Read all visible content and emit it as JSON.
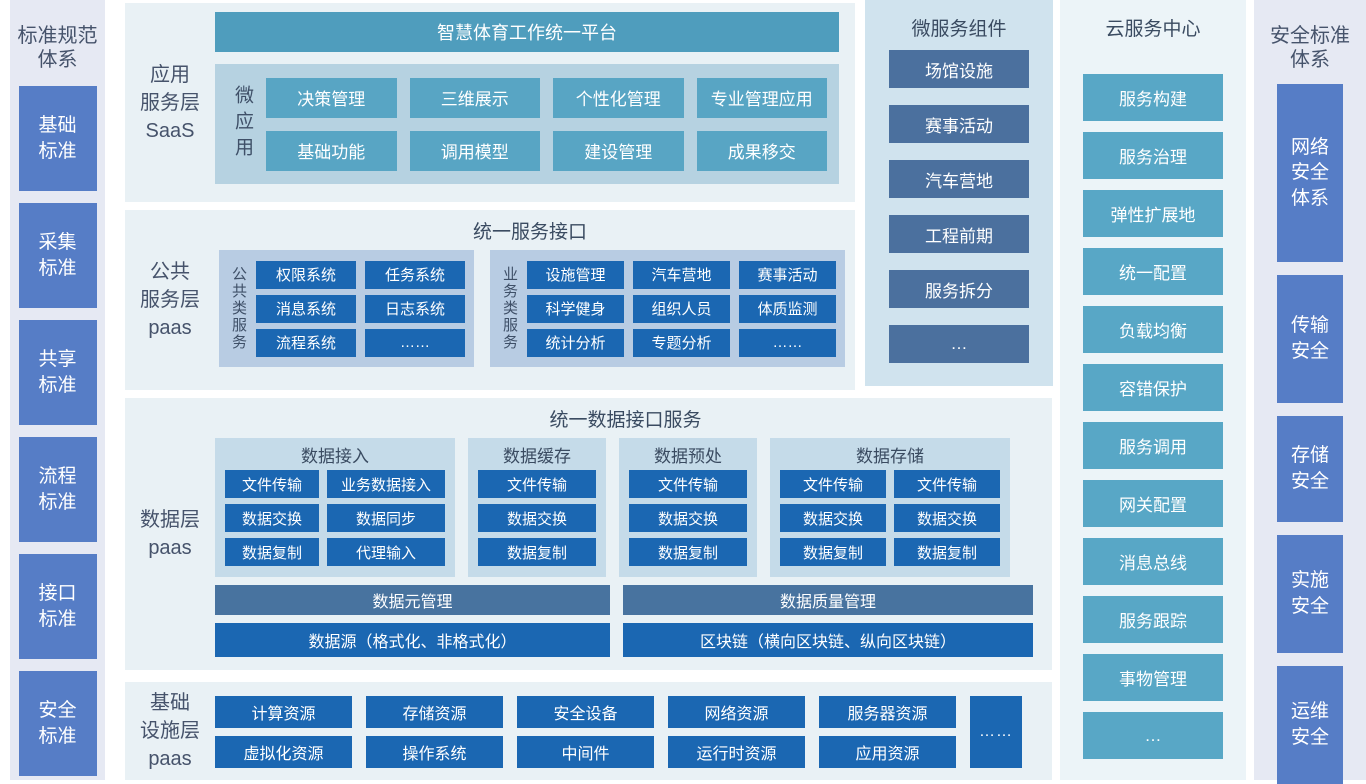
{
  "colors": {
    "sidebar_bg": "#e6e9f3",
    "sidebar_button": "#567dc6",
    "section_bg": "#e9f1f5",
    "teal_header": "#4f9dbd",
    "teal_button": "#58a5c4",
    "saas_inner_panel": "#b6d2e1",
    "group_panel": "#b8cce3",
    "data_group_panel": "#c5dbe9",
    "bright_blue_button": "#1b67b2",
    "slate_bar": "#48739f",
    "micro_panel_bg": "#d0e3ee",
    "micro_button": "#4b709e",
    "cloud_panel_bg": "#ecf4f8",
    "cloud_button": "#58a7c6",
    "dark_text": "#3c4d66"
  },
  "left_panel": {
    "title": "标准规范\n体系",
    "items": [
      "基础\n标准",
      "采集\n标准",
      "共享\n标准",
      "流程\n标准",
      "接口\n标准",
      "安全\n标准"
    ]
  },
  "right_panel": {
    "title": "安全标准\n体系",
    "items": [
      "网络\n安全\n体系",
      "传输\n安全",
      "存储\n安全",
      "实施\n安全",
      "运维\n安全"
    ]
  },
  "app_layer": {
    "label": "应用\n服务层\nSaaS",
    "platform_title": "智慧体育工作统一平台",
    "micro_app_label": "微应用",
    "buttons": [
      "决策管理",
      "三维展示",
      "个性化管理",
      "专业管理应用",
      "基础功能",
      "调用模型",
      "建设管理",
      "成果移交"
    ]
  },
  "public_layer": {
    "label": "公共\n服务层\npaas",
    "title": "统一服务接口",
    "common_group": {
      "label": "公共类服务",
      "buttons": [
        "权限系统",
        "任务系统",
        "消息系统",
        "日志系统",
        "流程系统",
        "……"
      ]
    },
    "business_group": {
      "label": "业务类服务",
      "buttons": [
        "设施管理",
        "汽车营地",
        "赛事活动",
        "科学健身",
        "组织人员",
        "体质监测",
        "统计分析",
        "专题分析",
        "……"
      ]
    }
  },
  "data_layer": {
    "label": "数据层\npaas",
    "title": "统一数据接口服务",
    "groups": [
      {
        "title": "数据接入",
        "buttons": [
          "文件传输",
          "业务数据接入",
          "数据交换",
          "数据同步",
          "数据复制",
          "代理输入"
        ]
      },
      {
        "title": "数据缓存",
        "buttons": [
          "文件传输",
          "数据交换",
          "数据复制"
        ]
      },
      {
        "title": "数据预处",
        "buttons": [
          "文件传输",
          "数据交换",
          "数据复制"
        ]
      },
      {
        "title": "数据存储",
        "buttons": [
          "文件传输",
          "文件传输",
          "数据交换",
          "数据交换",
          "数据复制",
          "数据复制"
        ]
      }
    ],
    "bars": {
      "meta": "数据元管理",
      "quality": "数据质量管理",
      "source": "数据源（格式化、非格式化）",
      "blockchain": "区块链（横向区块链、纵向区块链）"
    }
  },
  "infra_layer": {
    "label": "基础\n设施层\npaas",
    "buttons": [
      "计算资源",
      "存储资源",
      "安全设备",
      "网络资源",
      "服务器资源",
      "虚拟化资源",
      "操作系统",
      "中间件",
      "运行时资源",
      "应用资源"
    ],
    "more": "……"
  },
  "microservices": {
    "title": "微服务组件",
    "items": [
      "场馆设施",
      "赛事活动",
      "汽车营地",
      "工程前期",
      "服务拆分",
      "…"
    ]
  },
  "cloud_center": {
    "title": "云服务中心",
    "items": [
      "服务构建",
      "服务治理",
      "弹性扩展地",
      "统一配置",
      "负载均衡",
      "容错保护",
      "服务调用",
      "网关配置",
      "消息总线",
      "服务跟踪",
      "事物管理",
      "…"
    ]
  }
}
